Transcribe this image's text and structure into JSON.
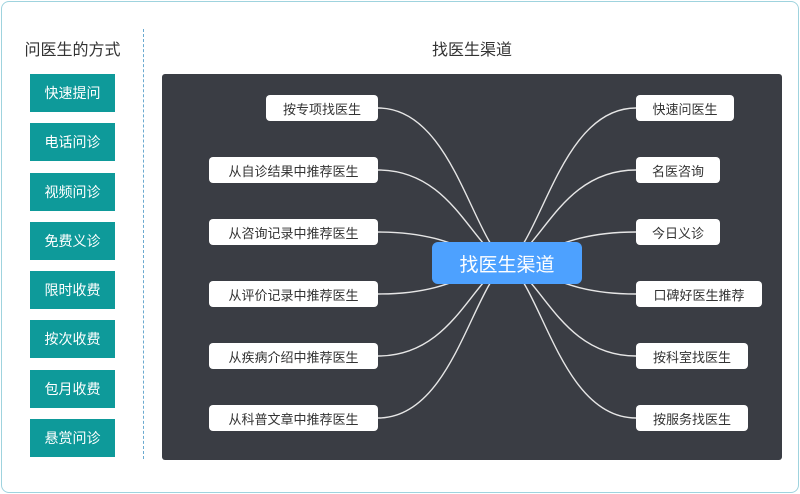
{
  "sidebar": {
    "title": "问医生的方式",
    "items": [
      "快速提问",
      "电话问诊",
      "视频问诊",
      "免费义诊",
      "限时收费",
      "按次收费",
      "包月收费",
      "悬赏问诊"
    ]
  },
  "diagram": {
    "title": "找医生渠道",
    "center": "找医生渠道",
    "left_nodes": [
      "按专项找医生",
      "从自诊结果中推荐医生",
      "从咨询记录中推荐医生",
      "从评价记录中推荐医生",
      "从疾病介绍中推荐医生",
      "从科普文章中推荐医生"
    ],
    "right_nodes": [
      "快速问医生",
      "名医咨询",
      "今日义诊",
      "口碑好医生推荐",
      "按科室找医生",
      "按服务找医生"
    ]
  },
  "colors": {
    "sidebar_button": "#0e9a9a",
    "panel_background": "#3a3d44",
    "center_node": "#4da1ff",
    "divider": "#6aaad0"
  }
}
